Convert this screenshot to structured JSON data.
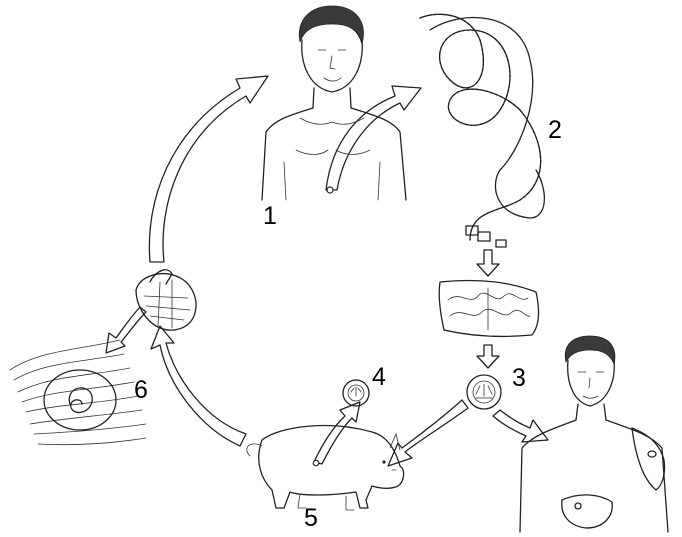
{
  "labels": {
    "stage_1": "1",
    "stage_2": "2",
    "stage_3": "3",
    "stage_4": "4",
    "stage_5": "5",
    "stage_6": "6"
  }
}
